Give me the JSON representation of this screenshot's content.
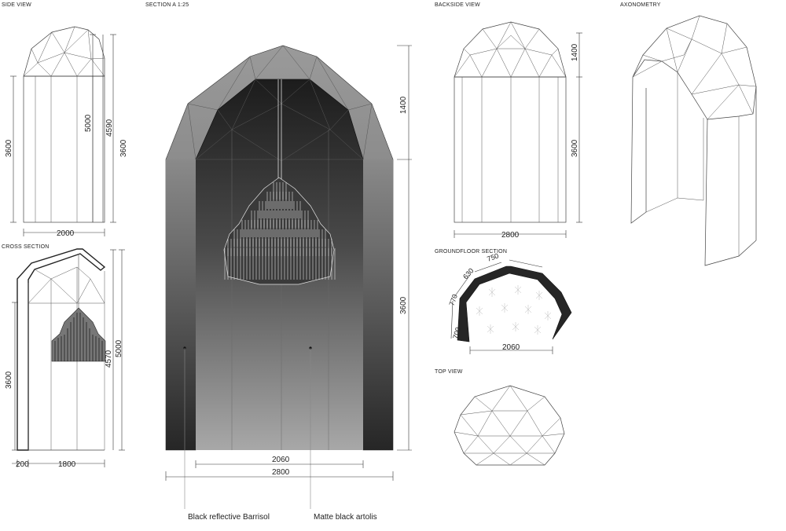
{
  "views": {
    "side_view": "SIDE VIEW",
    "section": "SECTION A 1:25",
    "backside_view": "BACKSIDE VIEW",
    "axonometry": "AXONOMETRY",
    "cross_section": "CROSS SECTION",
    "groundfloor_section": "GROUNDFLOOR SECTION",
    "top_view": "TOP VIEW"
  },
  "dimensions": {
    "side": {
      "wall_height": "3600",
      "mid_height": "5000",
      "top_height": "4590",
      "right_height": "3600",
      "width": "2000"
    },
    "cross": {
      "wall_height": "3600",
      "total_height": "5000",
      "chandelier_height": "4570",
      "wall_thickness": "200",
      "inner_width": "1800"
    },
    "section": {
      "dome_height": "1400",
      "wall_height": "3600",
      "inner_width": "2060",
      "outer_width": "2800"
    },
    "backside": {
      "dome_height": "1400",
      "wall_height": "3600",
      "width": "2800"
    },
    "groundfloor": {
      "seg_1": "750",
      "seg_2": "630",
      "seg_3": "770",
      "seg_4": "700",
      "width": "2060"
    }
  },
  "annotations": {
    "material_1": "Black reflective Barrisol",
    "material_2": "Matte black artolis"
  }
}
